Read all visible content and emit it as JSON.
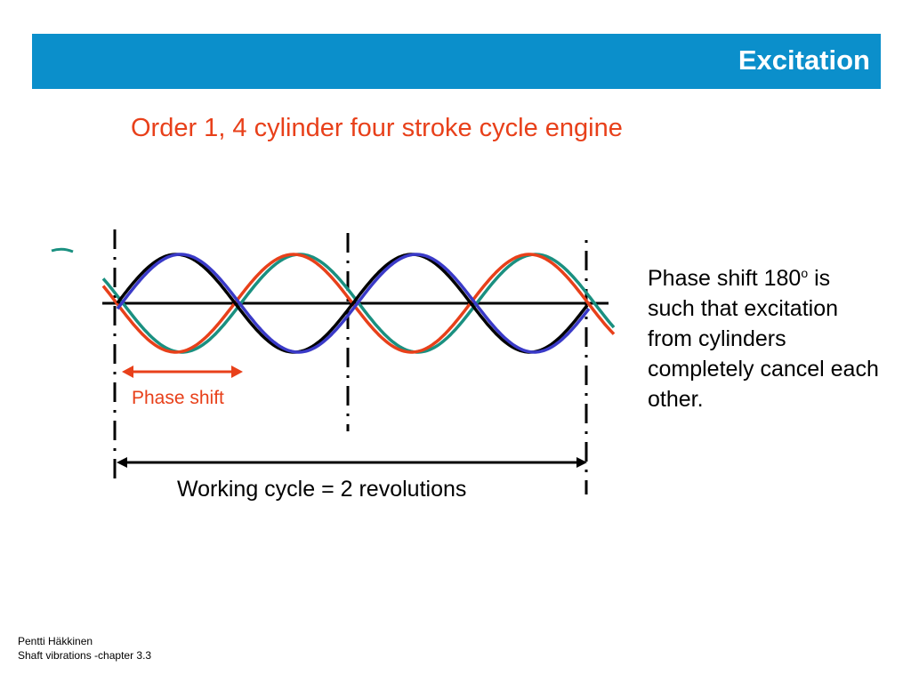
{
  "header": {
    "title": "Excitation"
  },
  "slide": {
    "subtitle": "Order 1, 4 cylinder four stroke cycle engine",
    "phase_shift_label": "Phase shift",
    "working_cycle_label": "Working cycle = 2 revolutions",
    "note": {
      "text_before": "Phase shift 180",
      "superscript": "o",
      "text_after": " is such that excitation from cylinders completely cancel each other."
    }
  },
  "footer": {
    "author": "Pentti Häkkinen",
    "source": "Shaft vibrations  -chapter 3.3"
  },
  "colors": {
    "header_bg": "#0b8fcb",
    "accent_red": "#e8401a",
    "wave_black": "#000000",
    "wave_blue": "#3a3ac8",
    "wave_red": "#e8401a",
    "wave_teal": "#1a9080"
  }
}
